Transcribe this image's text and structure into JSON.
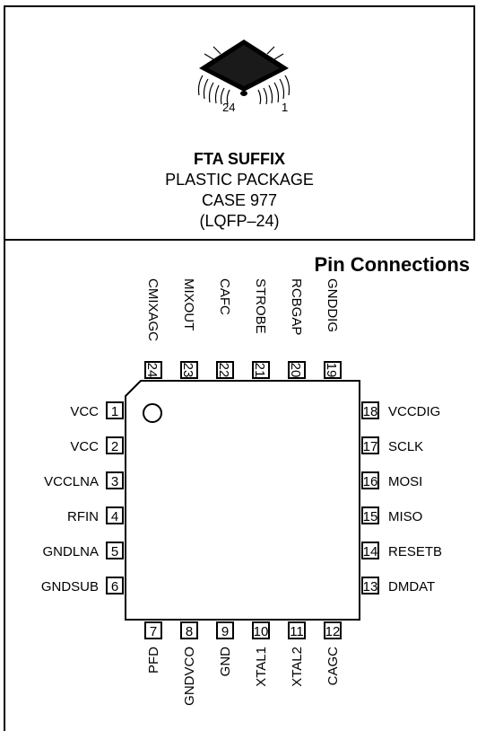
{
  "package": {
    "left_number": "24",
    "right_number": "1",
    "suffix": "FTA SUFFIX",
    "type": "PLASTIC PACKAGE",
    "case": "CASE 977",
    "code": "(LQFP–24)"
  },
  "diagram": {
    "title": "Pin Connections",
    "left_pins": [
      {
        "num": "1",
        "name": "VCC"
      },
      {
        "num": "2",
        "name": "VCC"
      },
      {
        "num": "3",
        "name": "VCCLNA"
      },
      {
        "num": "4",
        "name": "RFIN"
      },
      {
        "num": "5",
        "name": "GNDLNA"
      },
      {
        "num": "6",
        "name": "GNDSUB"
      }
    ],
    "bottom_pins": [
      {
        "num": "7",
        "name": "PFD"
      },
      {
        "num": "8",
        "name": "GNDVCO"
      },
      {
        "num": "9",
        "name": "GND"
      },
      {
        "num": "10",
        "name": "XTAL1"
      },
      {
        "num": "11",
        "name": "XTAL2"
      },
      {
        "num": "12",
        "name": "CAGC"
      }
    ],
    "right_pins": [
      {
        "num": "18",
        "name": "VCCDIG"
      },
      {
        "num": "17",
        "name": "SCLK"
      },
      {
        "num": "16",
        "name": "MOSI"
      },
      {
        "num": "15",
        "name": "MISO"
      },
      {
        "num": "14",
        "name": "RESETB"
      },
      {
        "num": "13",
        "name": "DMDAT"
      }
    ],
    "top_pins": [
      {
        "num": "24",
        "name": "CMIXAGC"
      },
      {
        "num": "23",
        "name": "MIXOUT"
      },
      {
        "num": "22",
        "name": "CAFC"
      },
      {
        "num": "21",
        "name": "STROBE"
      },
      {
        "num": "20",
        "name": "RCBGAP"
      },
      {
        "num": "19",
        "name": "GNDDIG"
      }
    ]
  }
}
